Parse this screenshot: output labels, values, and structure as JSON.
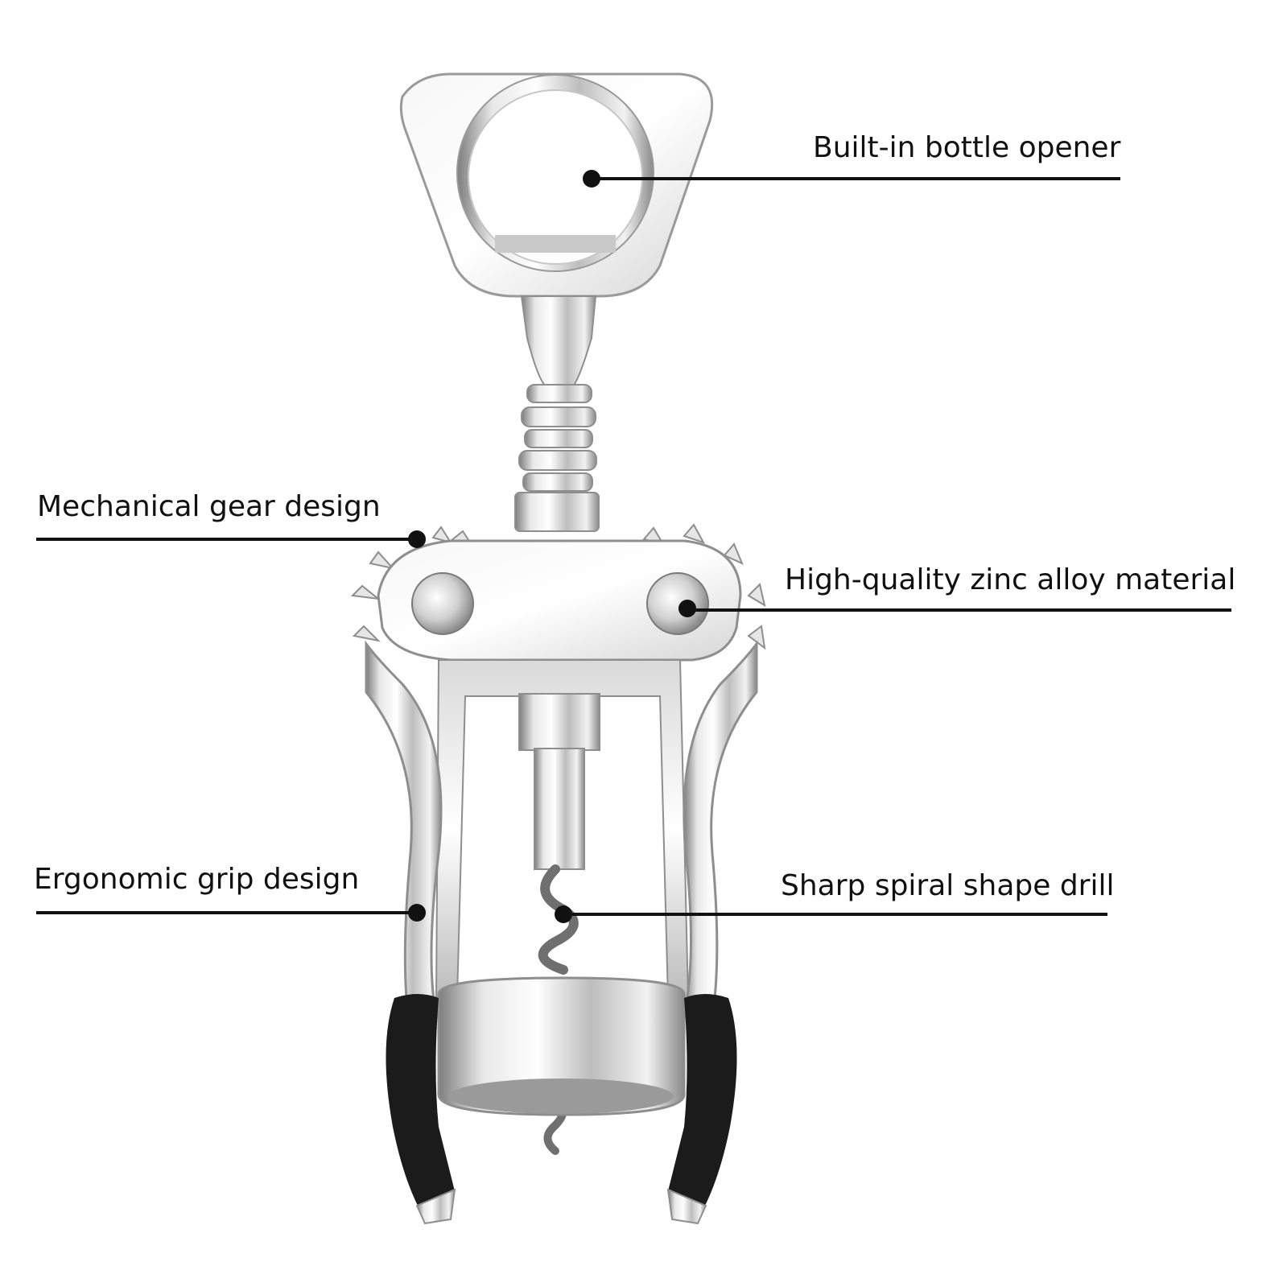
{
  "callouts": {
    "bottle_opener": "Built-in bottle opener",
    "gear": "Mechanical gear design",
    "material": "High-quality zinc alloy material",
    "grip": "Ergonomic grip design",
    "drill": "Sharp spiral shape drill"
  },
  "colors": {
    "ink": "#111111",
    "grip": "#1b1b1b"
  }
}
